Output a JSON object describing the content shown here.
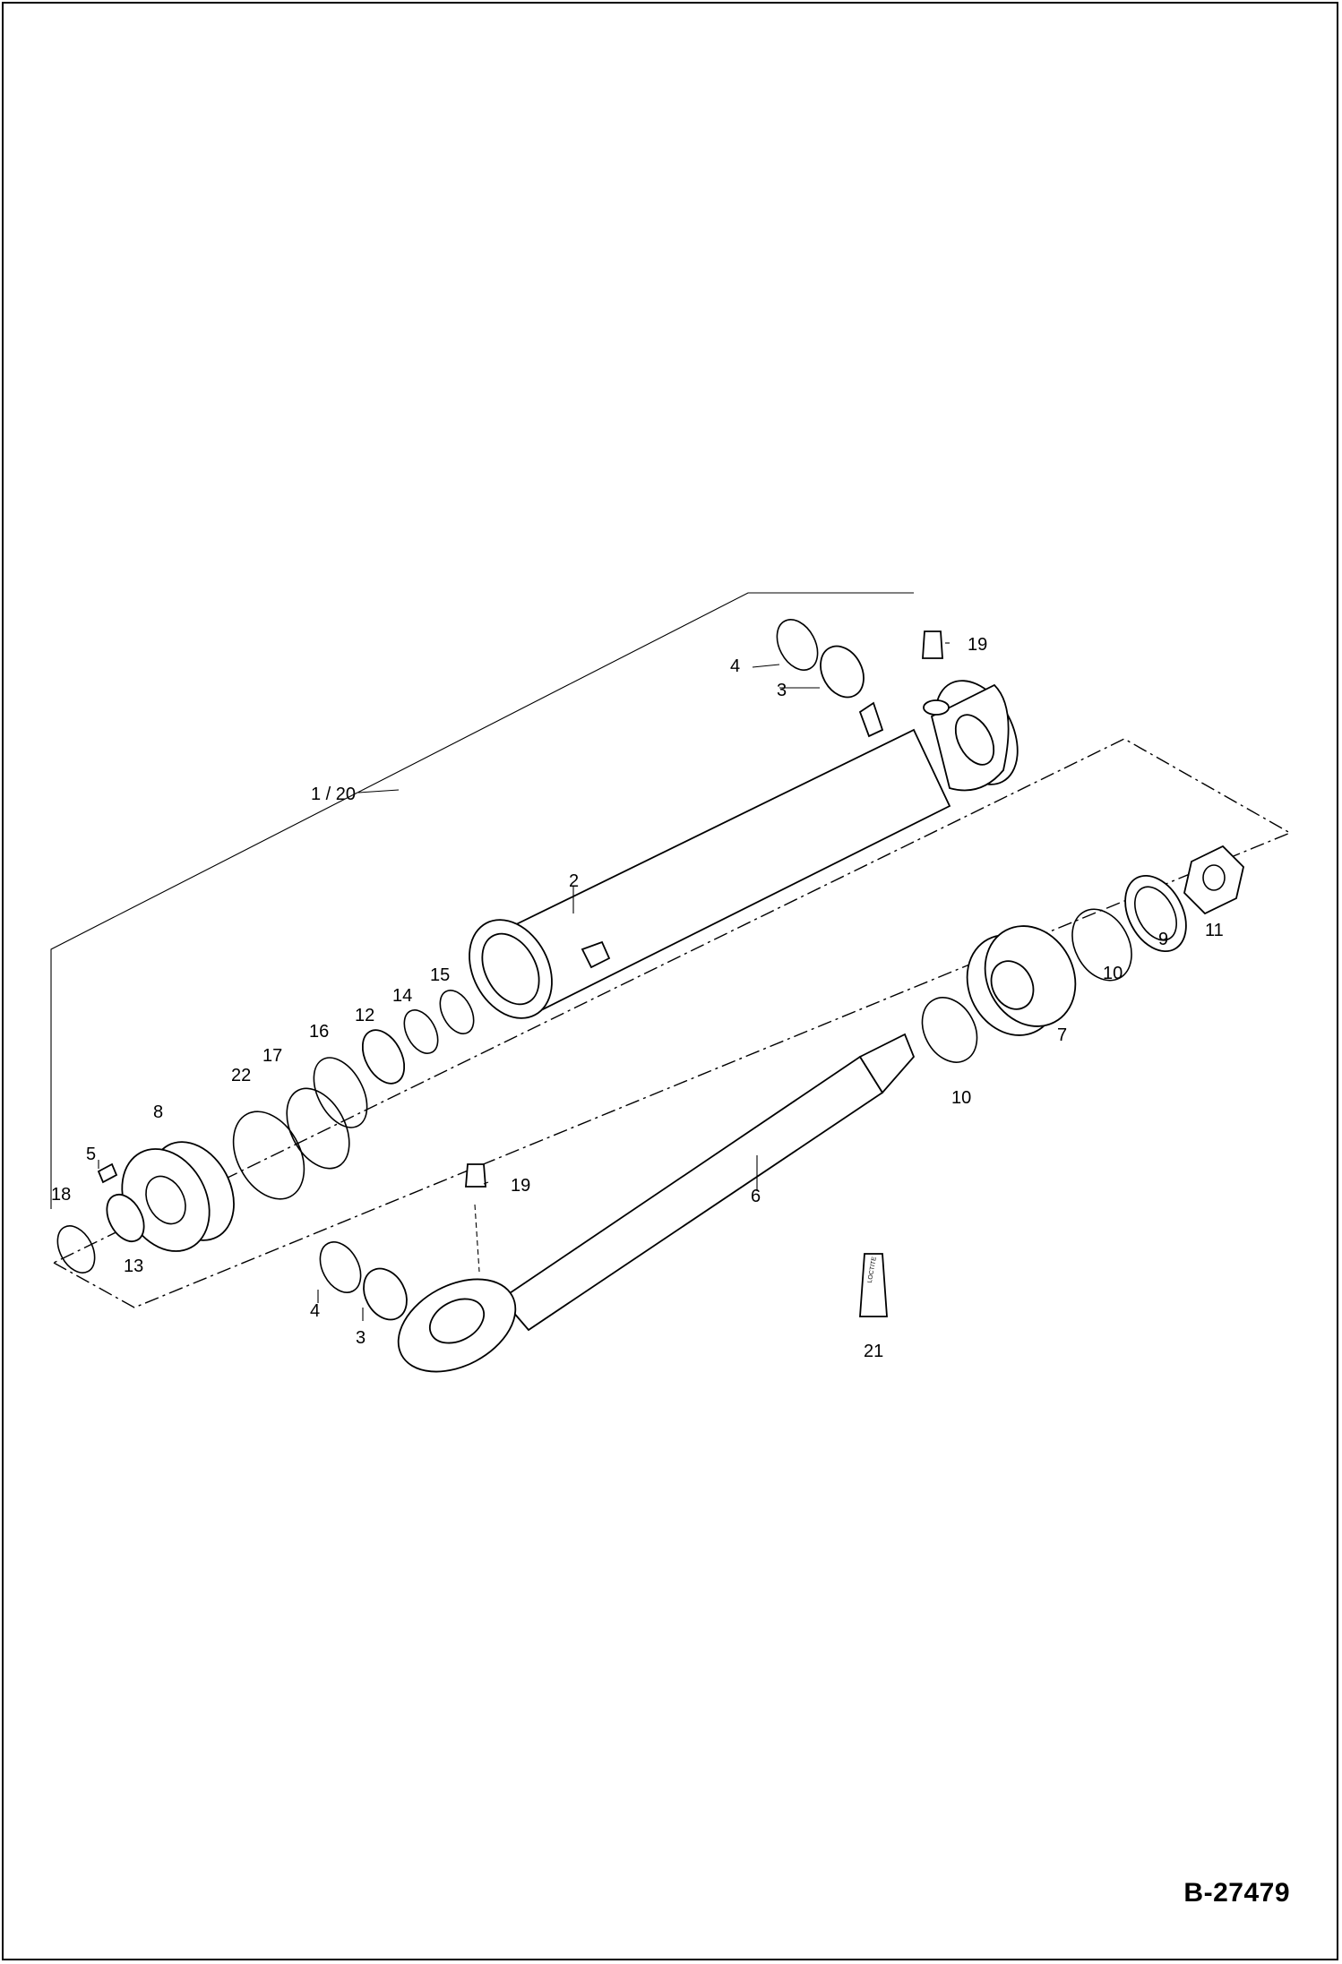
{
  "drawing_id": "B-27479",
  "callouts": {
    "c1_20": "1  / 20",
    "c2": "2",
    "c3_top": "3",
    "c4_top": "4",
    "c19_top": "19",
    "c3_bot": "3",
    "c4_bot": "4",
    "c5": "5",
    "c6": "6",
    "c7": "7",
    "c8": "8",
    "c9": "9",
    "c10_a": "10",
    "c10_b": "10",
    "c11": "11",
    "c12": "12",
    "c13": "13",
    "c14": "14",
    "c15": "15",
    "c16": "16",
    "c17": "17",
    "c18": "18",
    "c19_bot": "19",
    "c21": "21",
    "c22": "22"
  },
  "tube_label": "LOCTITE"
}
